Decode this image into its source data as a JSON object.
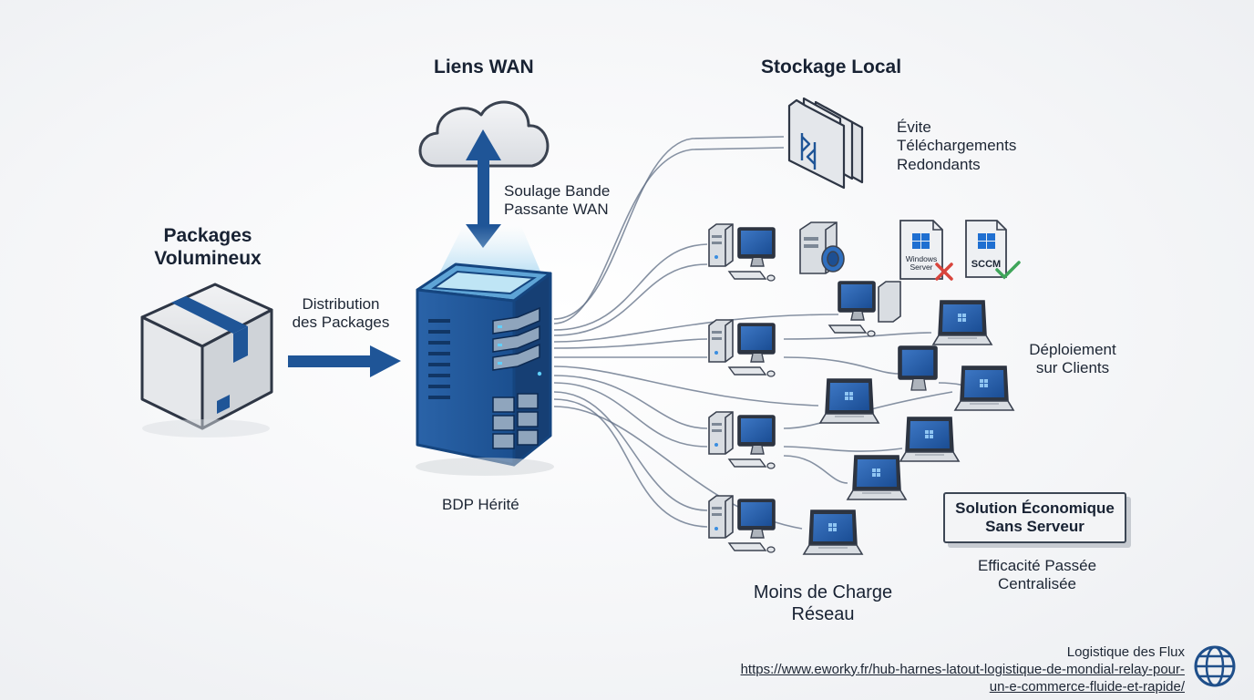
{
  "labels": {
    "wan_title": "Liens WAN",
    "storage_title": "Stockage Local",
    "storage_desc": [
      "Évite",
      "Téléchargements",
      "Redondants"
    ],
    "packages_title": [
      "Packages",
      "Volumineux"
    ],
    "distribution": [
      "Distribution",
      "des Packages"
    ],
    "bandwidth": [
      "Soulage Bande",
      "Passante WAN"
    ],
    "server_label": "BDP Hérité",
    "deployment": [
      "Déploiement",
      "sur Clients"
    ],
    "badge": [
      "Solution Économique",
      "Sans Serveur"
    ],
    "efficiency": [
      "Efficacité Passée",
      "Centralisée"
    ],
    "network_load": [
      "Moins de Charge",
      "Réseau"
    ]
  },
  "doc_icons": {
    "windows_server": [
      "Windows",
      "Server"
    ],
    "sccm": "SCCM"
  },
  "footer": {
    "caption": "Logistique des Flux",
    "url_line1": "https://www.eworky.fr/hub-harnes-latout-logistique-de-mondial-relay-pour-",
    "url_line2": "un-e-commerce-fluide-et-rapide/"
  },
  "colors": {
    "server_blue": "#1f5597",
    "accent_dark": "#15457f",
    "cross_red": "#d8443c",
    "check_green": "#3fa55a"
  }
}
